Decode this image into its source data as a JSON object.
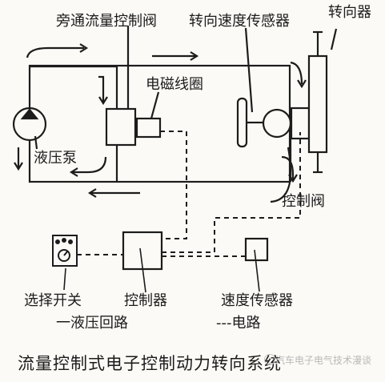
{
  "labels": {
    "bypass_valve": "旁通流量控制阀",
    "speed_sensor_top": "转向速度传感器",
    "steering_gear": "转向器",
    "solenoid": "电磁线圈",
    "pump": "液压泵",
    "control_valve": "控制阀",
    "selector_switch": "选择开关",
    "controller": "控制器",
    "speed_sensor": "速度传感器",
    "hydraulic_legend": "一液压回路",
    "electric_legend": "---电路"
  },
  "caption": "流量控制式电子控制动力转向系统",
  "watermark": "汽车电子电气技术漫谈",
  "colors": {
    "line": "#1c1c1c",
    "background": "#fbfaf6"
  }
}
